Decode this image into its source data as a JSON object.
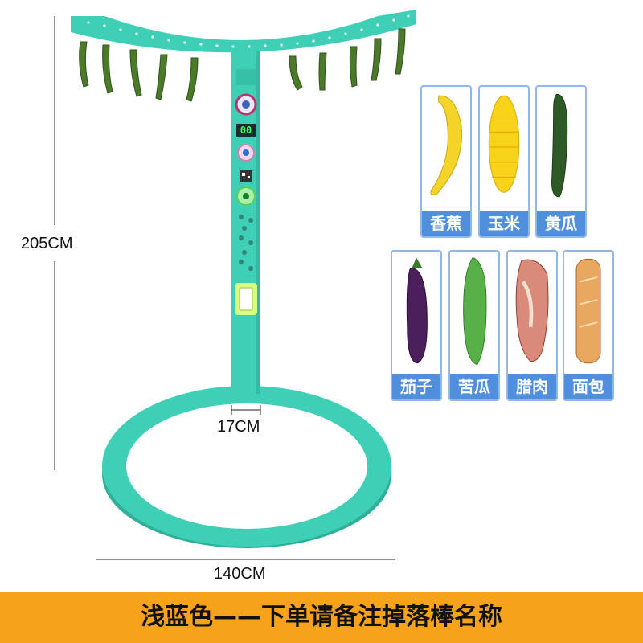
{
  "dimensions": {
    "height": "205CM",
    "base_width": "140CM",
    "pole_width": "17CM"
  },
  "colors": {
    "machine": "#3fcfb6",
    "machine_dark": "#2fae98",
    "label_bg": "#4f8fdc",
    "card_border": "#8fb8e8",
    "banner": "#f7a21b"
  },
  "panel": {
    "score_display": "00"
  },
  "items": [
    {
      "name": "香蕉",
      "icon": "banana-icon"
    },
    {
      "name": "玉米",
      "icon": "corn-icon"
    },
    {
      "name": "黄瓜",
      "icon": "cucumber-icon"
    },
    {
      "name": "茄子",
      "icon": "eggplant-icon"
    },
    {
      "name": "苦瓜",
      "icon": "bitter-melon-icon"
    },
    {
      "name": "腊肉",
      "icon": "bacon-icon"
    },
    {
      "name": "面包",
      "icon": "bread-icon"
    }
  ],
  "banner": {
    "text": "浅蓝色——下单请备注掉落棒名称"
  }
}
